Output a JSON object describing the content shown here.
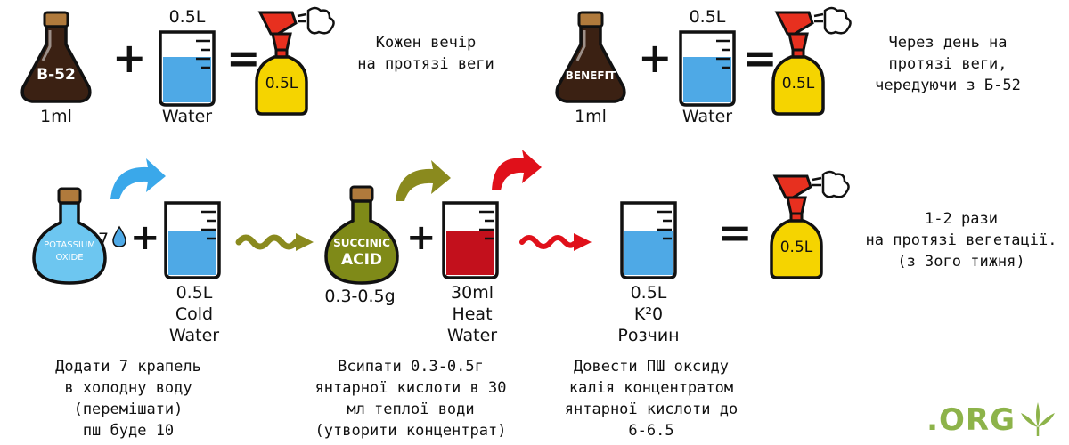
{
  "row1_left": {
    "flask_label": "B-52",
    "flask_amount": "1ml",
    "beaker_volume": "0.5L",
    "beaker_label": "Water",
    "spray_label": "0.5L",
    "note": "Кожен вечір\nна протязі веги"
  },
  "row1_right": {
    "flask_label": "BENEFIT",
    "flask_amount": "1ml",
    "beaker_volume": "0.5L",
    "beaker_label": "Water",
    "spray_label": "0.5L",
    "note": "Через день на\nпротязі веги,\nчередуючи з Б-52"
  },
  "row2": {
    "potassium_line1": "POTASSIUM",
    "potassium_line2": "OXIDE",
    "drops": "7",
    "cold_volume": "0.5L",
    "cold_label1": "Cold",
    "cold_label2": "Water",
    "succinic_line1": "SUCCINIC",
    "succinic_line2": "ACID",
    "succinic_amount": "0.3-0.5g",
    "heat_volume": "30ml",
    "heat_label1": "Heat",
    "heat_label2": "Water",
    "result_volume": "0.5L",
    "result_label1": "K²0",
    "result_label2": "Розчин",
    "spray_label": "0.5L",
    "note": "1-2 рази\nна протязі вегетації.\n(з 3ого тижня)"
  },
  "captions": {
    "step1": "Додати 7 крапель\nв холодну воду\n(перемішати)\nпш буде 10",
    "step2": "Всипати 0.3-0.5г\nянтарної кислоти в 30\nмл теплої води\n(утворити концентрат)",
    "step3": "Довести ПШ оксиду\nкалія концентратом\nянтарної кислоти до\n6-6.5"
  },
  "logo": ".ORG",
  "colors": {
    "dark_liquid": "#3b2113",
    "water": "#4ea9e6",
    "red_liquid": "#c3101c",
    "spray_yellow": "#f5d400",
    "spray_red": "#e7301f",
    "olive": "#8a8a1e",
    "blue_arrow": "#3aa8ea",
    "red_arrow": "#e0101a",
    "logo_green": "#8db34a"
  }
}
